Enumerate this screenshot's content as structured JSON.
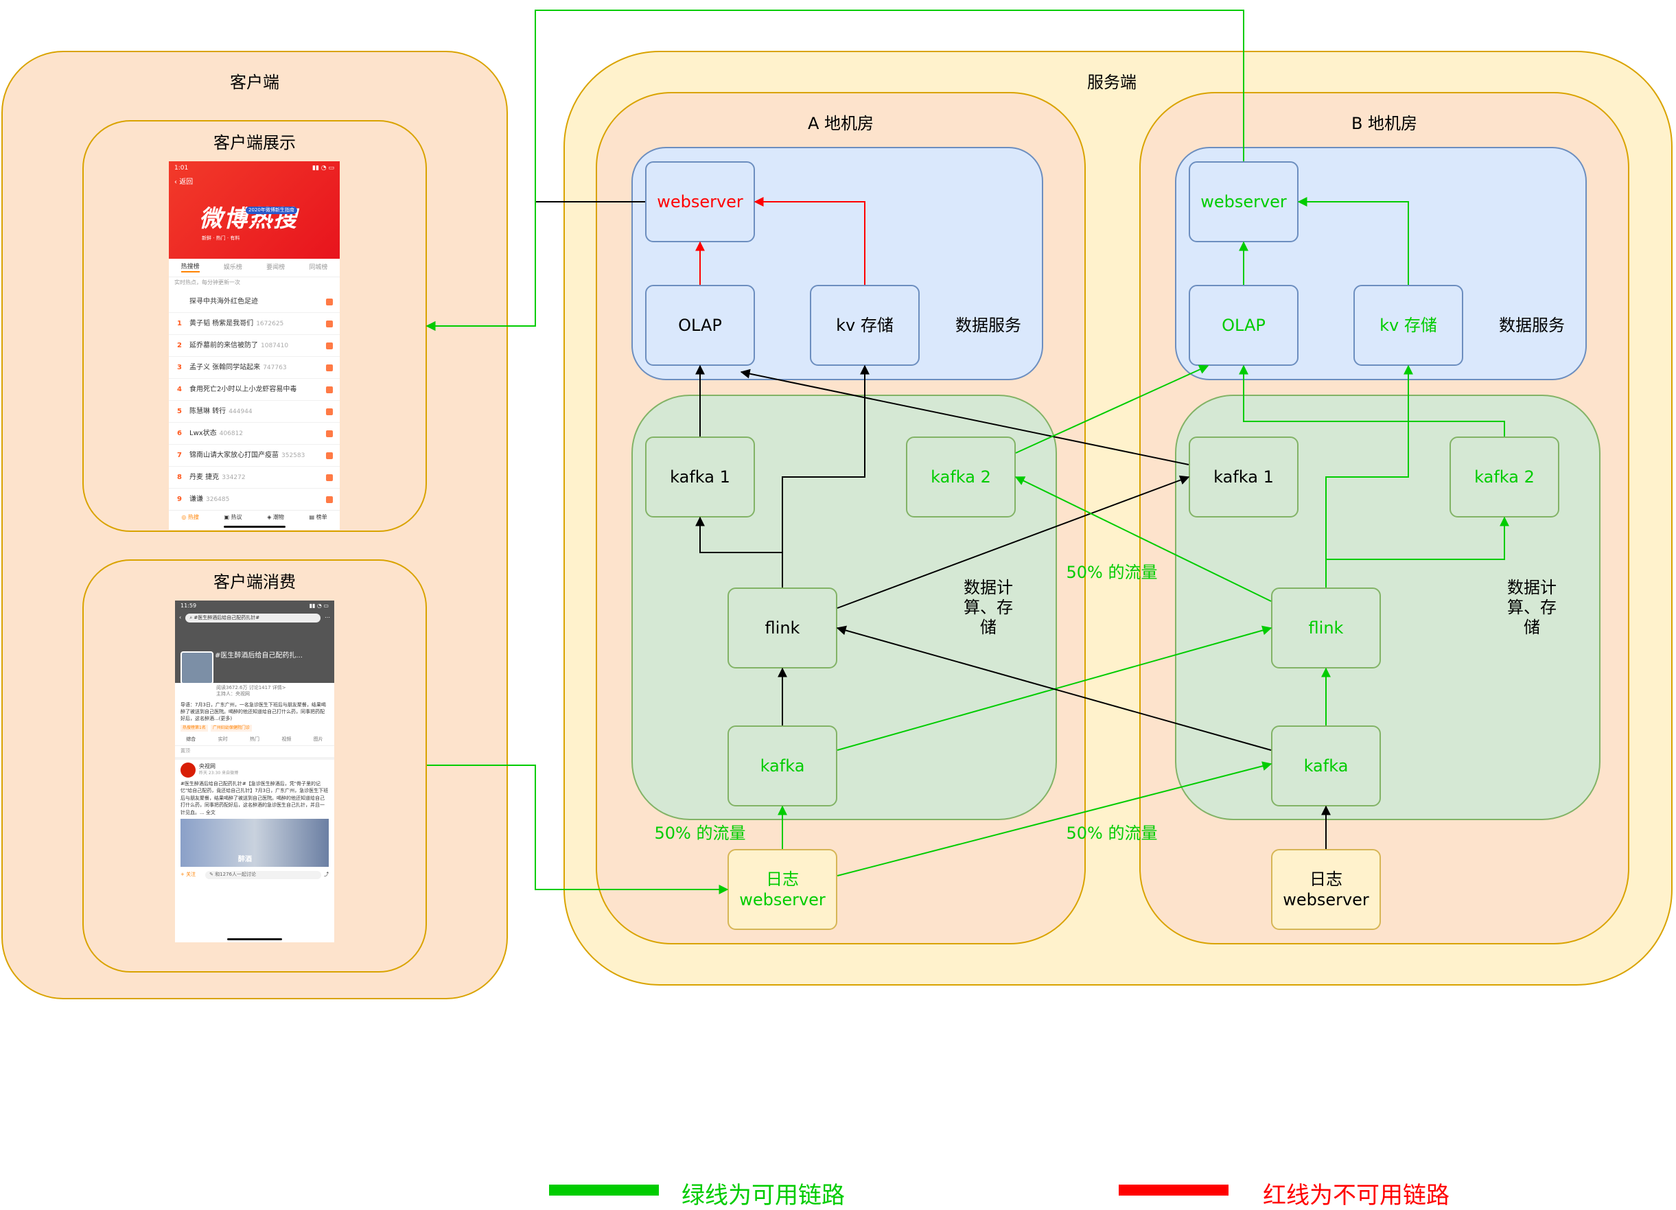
{
  "client": {
    "title": "客户端",
    "display_title": "客户端展示",
    "consume_title": "客户端消费",
    "weibo_phone": {
      "status_time": "1:01",
      "back_label": "返回",
      "banner_title": "微博热搜",
      "banner_sub": "新鲜 · 热门 · 有料",
      "banner_badge": "2020年微博新生指南",
      "tabs": [
        "热搜榜",
        "娱乐榜",
        "要闻榜",
        "同城榜"
      ],
      "notice": "实时热点，每分钟更新一次",
      "items": [
        {
          "rank": "",
          "text": "探寻中共海外红色足迹",
          "count": ""
        },
        {
          "rank": "1",
          "text": "黄子韬 杨紫是我哥们",
          "count": "1672625"
        },
        {
          "rank": "2",
          "text": "延乔墓前的来信被防了",
          "count": "1087410"
        },
        {
          "rank": "3",
          "text": "孟子义 张翰同学站起来",
          "count": "747763"
        },
        {
          "rank": "4",
          "text": "食用死亡2小时以上小龙虾容易中毒",
          "count": ""
        },
        {
          "rank": "5",
          "text": "陈慧琳 转行",
          "count": "444944"
        },
        {
          "rank": "6",
          "text": "Lwx状态",
          "count": "406812"
        },
        {
          "rank": "7",
          "text": "锦南山请大家放心打国产疫苗",
          "count": "352583"
        },
        {
          "rank": "8",
          "text": "丹麦 捷克",
          "count": "334272"
        },
        {
          "rank": "9",
          "text": "谦谦",
          "count": "326485"
        }
      ],
      "bottom_tabs": [
        "热搜",
        "热议",
        "潮物",
        "榜单"
      ]
    },
    "post_phone": {
      "status_time": "11:59",
      "search_text": "#医生醉酒后给自己配药扎针#",
      "topic_title": "#医生醉酒后给自己配药扎...",
      "topic_meta": "阅读3672.6万 讨论1417 详情>",
      "topic_host": "主持人：央视网",
      "intro": "导语：7月3日，广东广州，一名急诊医生下班后与朋友聚餐，结果喝醉了被送到自己医院。喝醉的他还知道给自己打什么药，同事把药配好后，这名醉酒...(更多)",
      "tags": [
        "热搜榜第1名",
        "广州妇幼保健院门诊"
      ],
      "tabs": [
        "综合",
        "实时",
        "热门",
        "视频",
        "图片"
      ],
      "section": "置顶",
      "poster": "央视网",
      "post_meta": "昨天 23:30 来自微博",
      "post_text": "#医生醉酒后给自己配药扎针#【急诊医生醉酒后，凭\"骨子里的记忆\"给自己配药，竟还给自己扎针】7月3日，广东广州，急诊医生下班后与朋友聚餐，结果喝醉了被送到自己医院。喝醉的他还知道给自己打什么药，同事把药配好后，这名醉酒的急诊医生自己扎针，并且一针见血。... 全文",
      "video_caption": "醉酒",
      "follow_label": "+ 关注",
      "comment_placeholder": "和1276人一起讨论"
    }
  },
  "server": {
    "title": "服务端",
    "room_a": {
      "title": "A 地机房",
      "webserver": "webserver",
      "olap": "OLAP",
      "kv": "kv 存储",
      "data_service_label": "数据服务",
      "kafka1": "kafka 1",
      "kafka2": "kafka 2",
      "flink": "flink",
      "kafka": "kafka",
      "compute_label": "数据计\n算、存\n储",
      "log_webserver": "日志\nwebserver"
    },
    "room_b": {
      "title": "B 地机房",
      "webserver": "webserver",
      "olap": "OLAP",
      "kv": "kv 存储",
      "data_service_label": "数据服务",
      "kafka1": "kafka 1",
      "kafka2": "kafka 2",
      "flink": "flink",
      "kafka": "kafka",
      "compute_label": "数据计\n算、存\n储",
      "log_webserver": "日志\nwebserver"
    },
    "traffic_labels": [
      "50% 的流量",
      "50% 的流量",
      "50% 的流量"
    ]
  },
  "legend": {
    "available": "绿线为可用链路",
    "unavailable": "红线为不可用链路"
  },
  "colors": {
    "available": "#00cc00",
    "unavailable": "#ff0000",
    "normal": "#000000"
  }
}
